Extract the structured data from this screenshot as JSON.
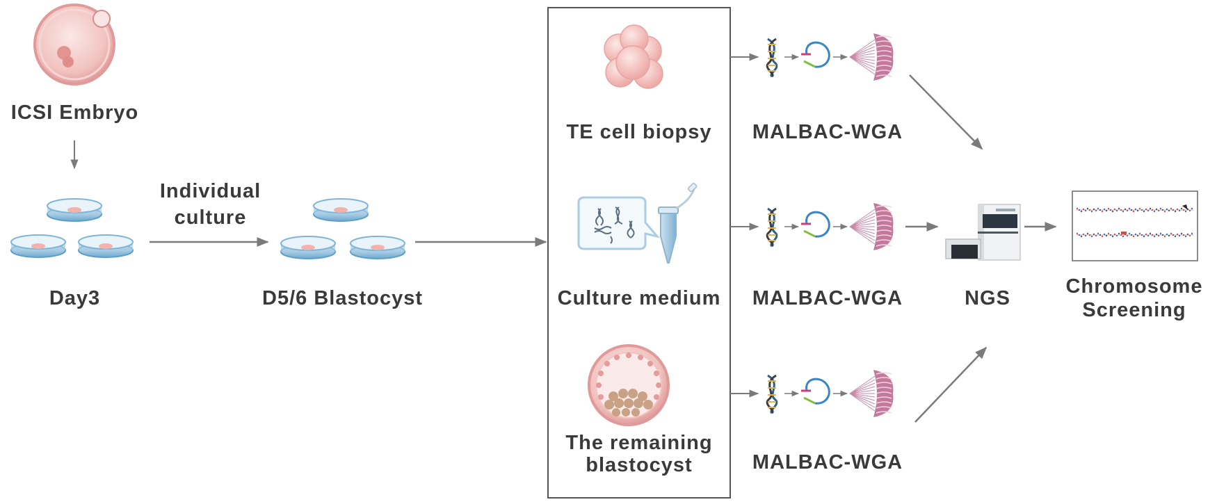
{
  "colors": {
    "text": "#3a3a3a",
    "arrow": "#7a7a7a",
    "box_border": "#555555",
    "embryo_pink": "#e8a4a6",
    "dish_blue": "#5a9ec9",
    "wga_purple": "#b8628a"
  },
  "labels": {
    "icsi_embryo": "ICSI Embryo",
    "day3": "Day3",
    "individual_culture_1": "Individual",
    "individual_culture_2": "culture",
    "blastocyst": "D5/6 Blastocyst",
    "te_biopsy": "TE cell biopsy",
    "culture_medium": "Culture medium",
    "remaining_1": "The remaining",
    "remaining_2": "blastocyst",
    "wga_1": "MALBAC-WGA",
    "wga_2": "MALBAC-WGA",
    "wga_3": "MALBAC-WGA",
    "ngs": "NGS",
    "chromosome_1": "Chromosome",
    "chromosome_2": "Screening"
  },
  "icons": [
    "embryo-icon",
    "petri-dish-icon",
    "te-cells-icon",
    "dna-fragments-icon",
    "pcr-tube-icon",
    "blastocyst-icon",
    "dna-helix-icon",
    "amplification-loop-icon",
    "amplified-dna-icon",
    "sequencer-icon",
    "chromosome-plot-icon"
  ]
}
